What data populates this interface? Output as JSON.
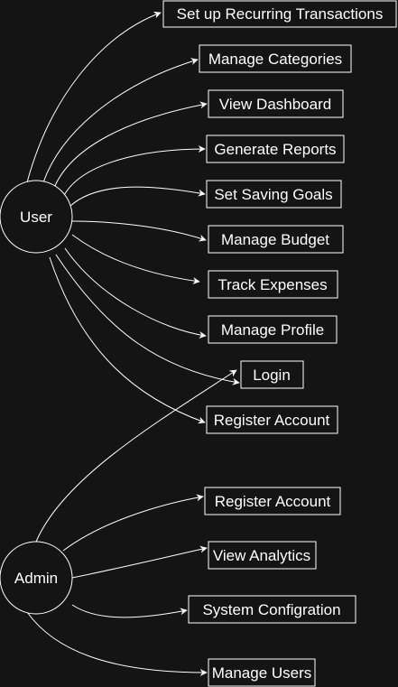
{
  "actors": [
    {
      "id": "user",
      "label": "User"
    },
    {
      "id": "admin",
      "label": "Admin"
    }
  ],
  "use_cases": [
    {
      "id": "recurring",
      "label": "Set up Recurring Transactions"
    },
    {
      "id": "categories",
      "label": "Manage Categories"
    },
    {
      "id": "dashboard",
      "label": "View Dashboard"
    },
    {
      "id": "reports",
      "label": "Generate Reports"
    },
    {
      "id": "saving_goals",
      "label": "Set Saving Goals"
    },
    {
      "id": "budget",
      "label": "Manage Budget"
    },
    {
      "id": "expenses",
      "label": "Track Expenses"
    },
    {
      "id": "profile",
      "label": "Manage Profile"
    },
    {
      "id": "login",
      "label": "Login"
    },
    {
      "id": "register_user",
      "label": "Register Account"
    },
    {
      "id": "register_admin",
      "label": "Register Account"
    },
    {
      "id": "analytics",
      "label": "View Analytics"
    },
    {
      "id": "system_config",
      "label": "System Configration"
    },
    {
      "id": "manage_users",
      "label": "Manage Users"
    }
  ],
  "connections": [
    {
      "from": "user",
      "to": "recurring"
    },
    {
      "from": "user",
      "to": "categories"
    },
    {
      "from": "user",
      "to": "dashboard"
    },
    {
      "from": "user",
      "to": "reports"
    },
    {
      "from": "user",
      "to": "saving_goals"
    },
    {
      "from": "user",
      "to": "budget"
    },
    {
      "from": "user",
      "to": "expenses"
    },
    {
      "from": "user",
      "to": "profile"
    },
    {
      "from": "user",
      "to": "login"
    },
    {
      "from": "user",
      "to": "register_user"
    },
    {
      "from": "admin",
      "to": "login"
    },
    {
      "from": "admin",
      "to": "register_admin"
    },
    {
      "from": "admin",
      "to": "analytics"
    },
    {
      "from": "admin",
      "to": "system_config"
    },
    {
      "from": "admin",
      "to": "manage_users"
    }
  ],
  "colors": {
    "background": "#141414",
    "stroke": "#ffffff",
    "text": "#ffffff"
  }
}
